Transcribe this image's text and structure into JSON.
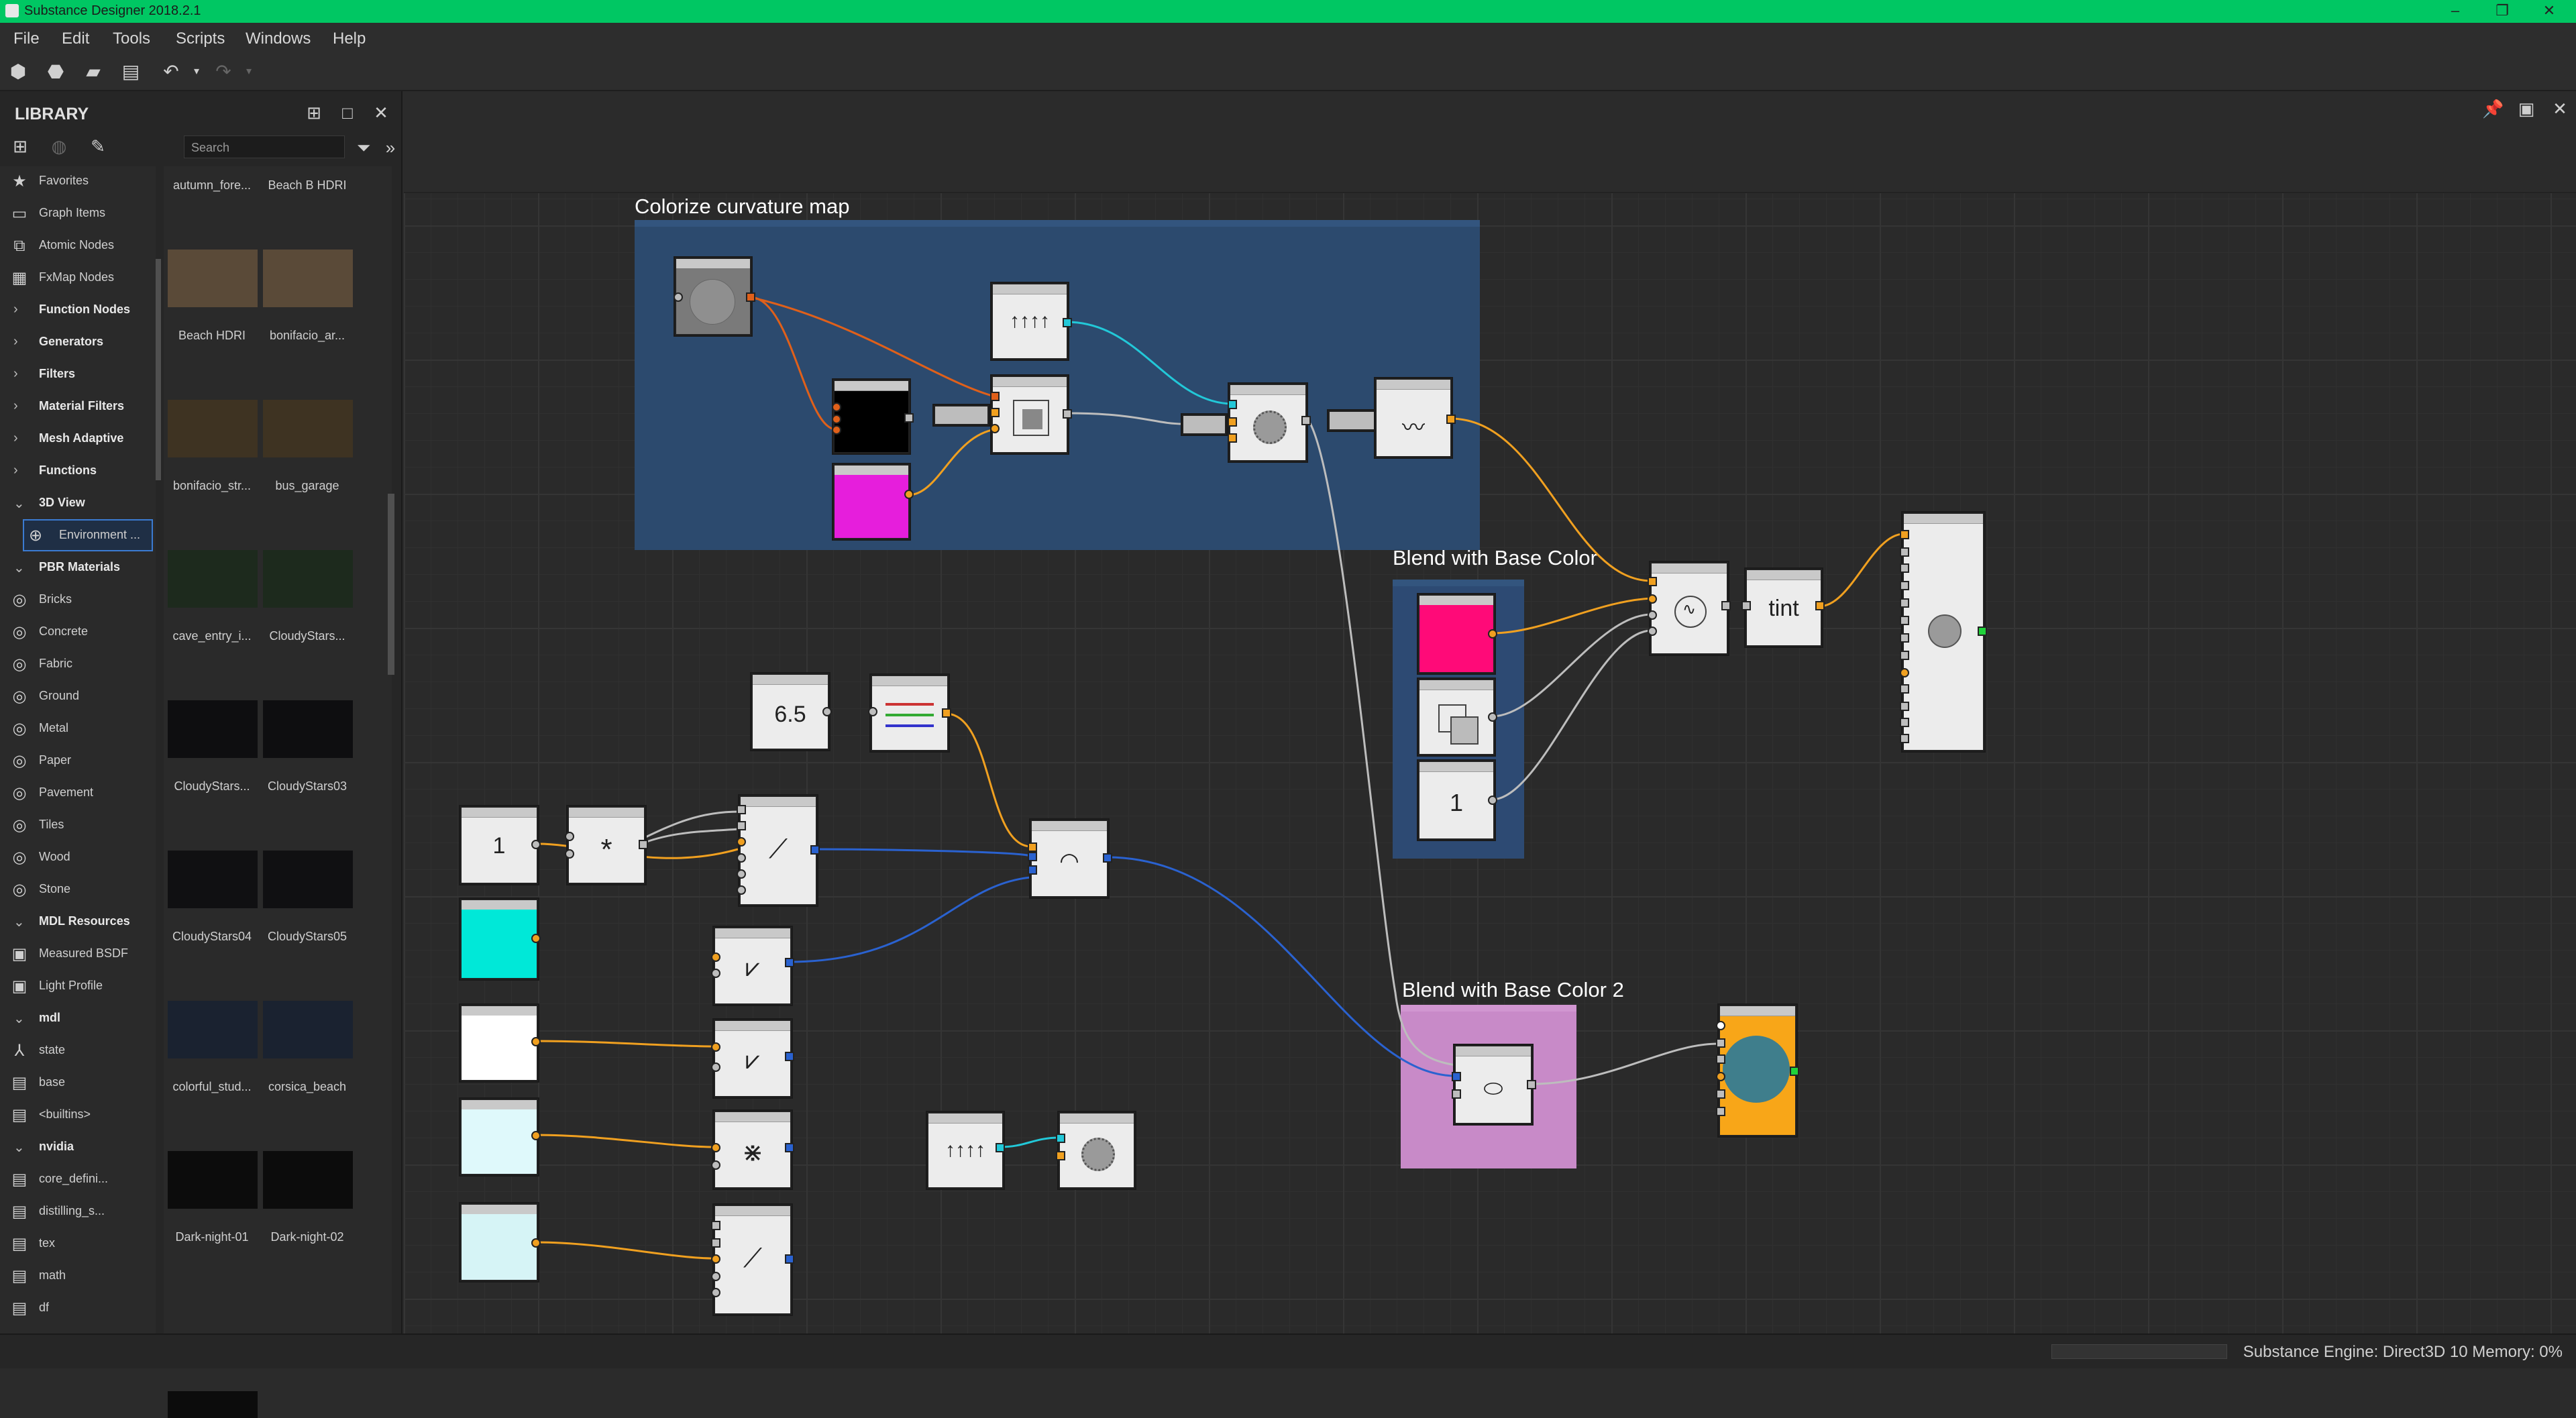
{
  "window": {
    "title": "Substance Designer 2018.2.1",
    "controls": [
      "–",
      "❐",
      "✕"
    ]
  },
  "menu": [
    "File",
    "Edit",
    "Tools",
    "Scripts",
    "Windows",
    "Help"
  ],
  "library": {
    "title": "LIBRARY",
    "search_placeholder": "Search",
    "tree": [
      {
        "label": "Favorites",
        "icon": "star-icon",
        "bold": false
      },
      {
        "label": "Graph Items",
        "icon": "comment-icon",
        "bold": false
      },
      {
        "label": "Atomic Nodes",
        "icon": "atomic-nodes-icon",
        "bold": false
      },
      {
        "label": "FxMap Nodes",
        "icon": "fxmap-icon",
        "bold": false
      },
      {
        "label": "Function Nodes",
        "icon": "chevron-right-icon",
        "bold": true
      },
      {
        "label": "Generators",
        "icon": "chevron-right-icon",
        "bold": true
      },
      {
        "label": "Filters",
        "icon": "chevron-right-icon",
        "bold": true
      },
      {
        "label": "Material Filters",
        "icon": "chevron-right-icon",
        "bold": true
      },
      {
        "label": "Mesh Adaptive",
        "icon": "chevron-right-icon",
        "bold": true
      },
      {
        "label": "Functions",
        "icon": "chevron-right-icon",
        "bold": true
      },
      {
        "label": "3D View",
        "icon": "chevron-down-icon",
        "bold": true
      },
      {
        "label": "Environment ...",
        "icon": "globe-icon",
        "bold": false,
        "selected": true
      },
      {
        "label": "PBR Materials",
        "icon": "chevron-down-icon",
        "bold": true
      },
      {
        "label": "Bricks",
        "icon": "sphere-icon",
        "bold": false
      },
      {
        "label": "Concrete",
        "icon": "sphere-icon",
        "bold": false
      },
      {
        "label": "Fabric",
        "icon": "sphere-icon",
        "bold": false
      },
      {
        "label": "Ground",
        "icon": "sphere-icon",
        "bold": false
      },
      {
        "label": "Metal",
        "icon": "sphere-icon",
        "bold": false
      },
      {
        "label": "Paper",
        "icon": "sphere-icon",
        "bold": false
      },
      {
        "label": "Pavement",
        "icon": "sphere-icon",
        "bold": false
      },
      {
        "label": "Tiles",
        "icon": "sphere-icon",
        "bold": false
      },
      {
        "label": "Wood",
        "icon": "sphere-icon",
        "bold": false
      },
      {
        "label": "Stone",
        "icon": "sphere-icon",
        "bold": false
      },
      {
        "label": "MDL Resources",
        "icon": "chevron-down-icon",
        "bold": true
      },
      {
        "label": "Measured BSDF",
        "icon": "bsdf-icon",
        "bold": false
      },
      {
        "label": "Light Profile",
        "icon": "light-profile-icon",
        "bold": false
      },
      {
        "label": "mdl",
        "icon": "chevron-down-icon",
        "bold": true
      },
      {
        "label": "state",
        "icon": "axes-icon",
        "bold": false
      },
      {
        "label": "base",
        "icon": "stack-icon",
        "bold": false
      },
      {
        "label": "<builtins>",
        "icon": "stack-icon",
        "bold": false
      },
      {
        "label": "nvidia",
        "icon": "chevron-down-icon",
        "bold": true
      },
      {
        "label": "core_defini...",
        "icon": "stack-icon",
        "bold": false
      },
      {
        "label": "distilling_s...",
        "icon": "stack-icon",
        "bold": false
      },
      {
        "label": "tex",
        "icon": "stack-icon",
        "bold": false
      },
      {
        "label": "math",
        "icon": "stack-icon",
        "bold": false
      },
      {
        "label": "df",
        "icon": "stack-icon",
        "bold": false
      }
    ],
    "thumbnails": [
      [
        "autumn_fore...",
        "Beach B HDRI"
      ],
      [
        "Beach HDRI",
        "bonifacio_ar..."
      ],
      [
        "bonifacio_str...",
        "bus_garage"
      ],
      [
        "cave_entry_i...",
        "CloudyStars..."
      ],
      [
        "CloudyStars...",
        "CloudyStars03"
      ],
      [
        "CloudyStars04",
        "CloudyStars05"
      ],
      [
        "colorful_stud...",
        "corsica_beach"
      ],
      [
        "Dark-night-01",
        "Dark-night-02"
      ]
    ]
  },
  "frames": {
    "colorize": "Colorize curvature map",
    "blend1": "Blend with Base Color",
    "blend2": "Blend with Base Color 2"
  },
  "nodes": {
    "float_65": "6.5",
    "float_1a": "1",
    "multiply": "*",
    "tint": "tint",
    "blend_weight": "1"
  },
  "colors": {
    "titlebar": "#00c763",
    "frame_blue": "#2c4a6e",
    "frame_blend1": "#2d4a73",
    "frame_blend2": "#c88ac8",
    "wire_orange": "#f0a020",
    "wire_cyan": "#22c8d8",
    "wire_blue": "#2a62d0",
    "wire_gray": "#bdbdbd",
    "magenta": "#e61edc",
    "pink": "#ff0a78",
    "cyan": "#00e8d8",
    "material_orange": "#f8a618"
  },
  "status": {
    "text": "Substance Engine: Direct3D 10   Memory: 0%"
  }
}
